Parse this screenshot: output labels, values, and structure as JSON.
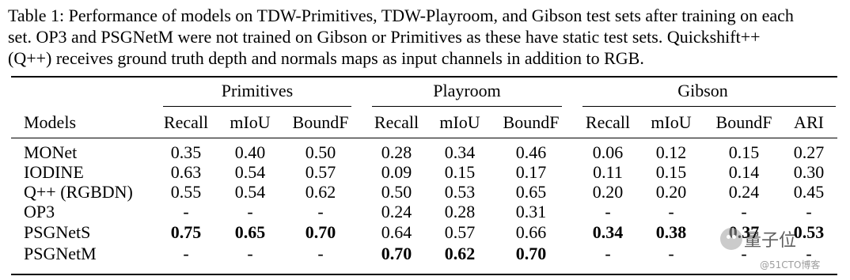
{
  "caption": {
    "line1": "Table 1: Performance of models on TDW-Primitives, TDW-Playroom, and Gibson test sets after training on each",
    "line2": "set. OP3 and PSGNetM were not trained on Gibson or Primitives as these have static test sets. Quickshift++",
    "line3": "(Q++) receives ground truth depth and normals maps as input channels in addition to RGB."
  },
  "table": {
    "groups": [
      "Primitives",
      "Playroom",
      "Gibson"
    ],
    "columns": [
      "Models",
      "Recall",
      "mIoU",
      "BoundF",
      "Recall",
      "mIoU",
      "BoundF",
      "Recall",
      "mIoU",
      "BoundF",
      "ARI"
    ],
    "rows": [
      {
        "model": "MONet",
        "cells": [
          "0.35",
          "0.40",
          "0.50",
          "0.28",
          "0.34",
          "0.46",
          "0.06",
          "0.12",
          "0.15",
          "0.27"
        ],
        "bold": [
          false,
          false,
          false,
          false,
          false,
          false,
          false,
          false,
          false,
          false
        ]
      },
      {
        "model": "IODINE",
        "cells": [
          "0.63",
          "0.54",
          "0.57",
          "0.09",
          "0.15",
          "0.17",
          "0.11",
          "0.15",
          "0.14",
          "0.30"
        ],
        "bold": [
          false,
          false,
          false,
          false,
          false,
          false,
          false,
          false,
          false,
          false
        ]
      },
      {
        "model": "Q++ (RGBDN)",
        "cells": [
          "0.55",
          "0.54",
          "0.62",
          "0.50",
          "0.53",
          "0.65",
          "0.20",
          "0.20",
          "0.24",
          "0.45"
        ],
        "bold": [
          false,
          false,
          false,
          false,
          false,
          false,
          false,
          false,
          false,
          false
        ]
      },
      {
        "model": "OP3",
        "cells": [
          "-",
          "-",
          "-",
          "0.24",
          "0.28",
          "0.31",
          "-",
          "-",
          "-",
          "-"
        ],
        "bold": [
          false,
          false,
          false,
          false,
          false,
          false,
          false,
          false,
          false,
          false
        ]
      },
      {
        "model": "PSGNetS",
        "cells": [
          "0.75",
          "0.65",
          "0.70",
          "0.64",
          "0.57",
          "0.66",
          "0.34",
          "0.38",
          "0.37",
          "0.53"
        ],
        "bold": [
          true,
          true,
          true,
          false,
          false,
          false,
          true,
          true,
          true,
          true
        ]
      },
      {
        "model": "PSGNetM",
        "cells": [
          "-",
          "-",
          "-",
          "0.70",
          "0.62",
          "0.70",
          "-",
          "-",
          "-",
          "-"
        ],
        "bold": [
          false,
          false,
          false,
          true,
          true,
          true,
          false,
          false,
          false,
          false
        ]
      }
    ]
  },
  "watermark": {
    "name": "量子位",
    "site": "@51CTO博客"
  }
}
